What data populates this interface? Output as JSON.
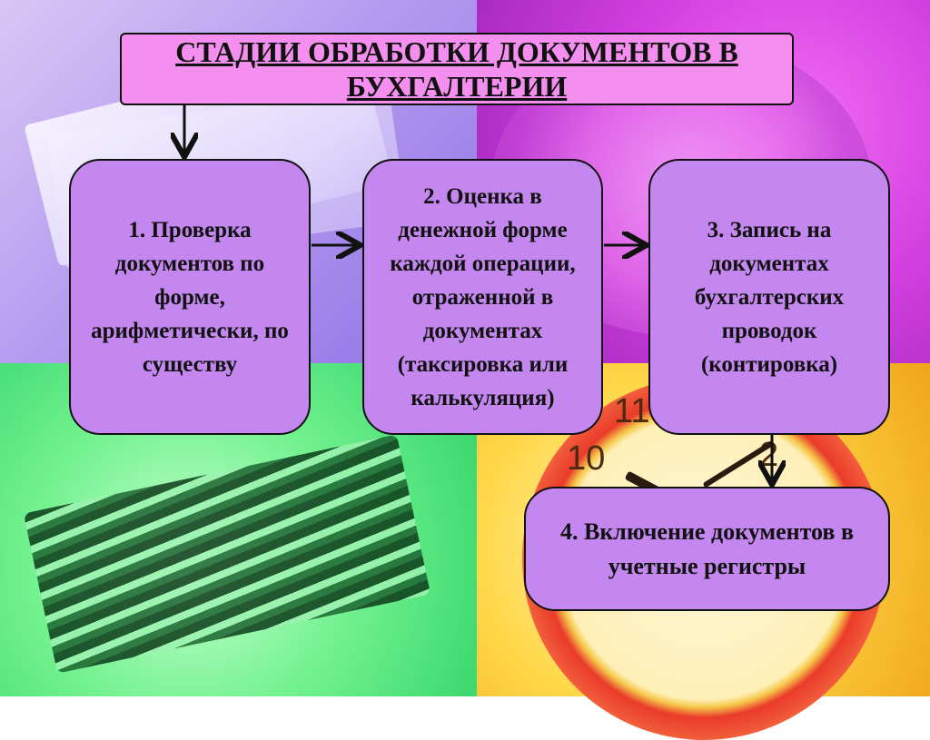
{
  "title": "СТАДИИ ОБРАБОТКИ ДОКУМЕНТОВ В БУХГАЛТЕРИИ",
  "stages": [
    {
      "text": "1.  Проверка документов по форме, арифметически, по существу"
    },
    {
      "text": "2. Оценка в денежной форме каждой операции, отраженной в документах (таксировка или калькуляция)"
    },
    {
      "text": "3. Запись на документах бухгалтерских проводок (контировка)"
    },
    {
      "text": "4. Включение документов в учетные регистры"
    }
  ],
  "background": {
    "clock_numbers": [
      "11",
      "10",
      "2"
    ],
    "colors": {
      "top_left": "#b69cf0",
      "top_right": "#d33fe0",
      "bottom_left": "#74f290",
      "bottom_right": "#ffd84a"
    }
  },
  "colors": {
    "title_box": "#f58fef",
    "stage_box": "#c487ef",
    "border": "#111111"
  }
}
